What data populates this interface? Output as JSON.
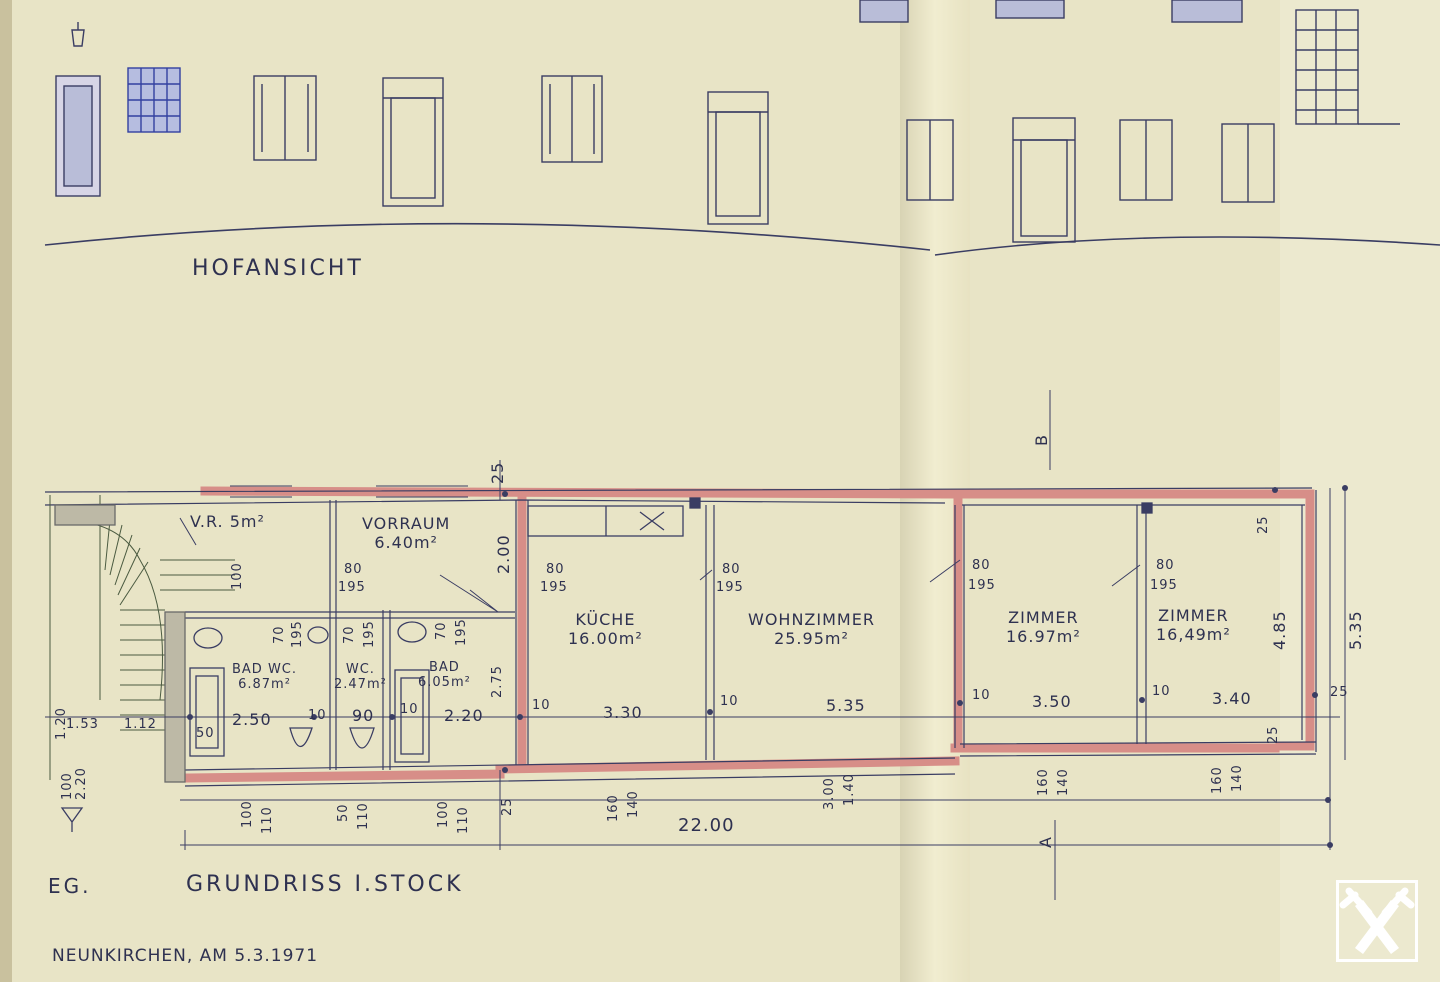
{
  "elevation": {
    "title": "HOFANSICHT"
  },
  "plan": {
    "title": "GRUNDRISS I.STOCK",
    "floor_label": "EG.",
    "section_a": "A",
    "section_b": "B",
    "total_length": "22.00",
    "rooms": [
      {
        "name": "V.R.",
        "area": "5m²"
      },
      {
        "name": "VORRAUM",
        "area": "6.40m²"
      },
      {
        "name": "KÜCHE",
        "area": "16.00m²"
      },
      {
        "name": "WOHNZIMMER",
        "area": "25.95m²"
      },
      {
        "name": "ZIMMER",
        "area": "16.97m²"
      },
      {
        "name": "ZIMMER",
        "area": "16,49m²"
      },
      {
        "name": "BAD WC.",
        "area": "6.87m²"
      },
      {
        "name": "WC.",
        "area": "2.47m²"
      },
      {
        "name": "BAD",
        "area": "6.05m²"
      }
    ],
    "dims": {
      "d_330": "3.30",
      "d_535": "5.35",
      "d_350": "3.50",
      "d_340": "3.40",
      "d_220": "2.20",
      "d_250": "2.50",
      "d_90": "90",
      "d_153": "1.53",
      "d_112": "1.12",
      "d_50": "50",
      "d_10a": "10",
      "d_10b": "10",
      "d_10c": "10",
      "d_10d": "10",
      "d_10e": "10",
      "d_10f": "10",
      "d_25right": "25",
      "d_25top": "25",
      "d_25top2": "25",
      "d_25low": "25",
      "d_25bot": "25",
      "d_485": "4.85",
      "d_535v": "5.35",
      "d_200": "2.00",
      "d_275": "2.75",
      "d_100": "100",
      "door_80_1": "80",
      "door_195_1": "195",
      "door_80_2": "80",
      "door_195_2": "195",
      "door_80_3": "80",
      "door_195_3": "195",
      "door_80_4": "80",
      "door_195_4": "195",
      "door_80_5": "80",
      "door_195_5": "195",
      "bad_70a": "70",
      "bad_195a": "195",
      "wc_70": "70",
      "wc_195": "195",
      "bad_70b": "70",
      "bad_195b": "195",
      "win_100a": "100",
      "win_110a": "110",
      "win_50": "50",
      "win_110b": "110",
      "win_100b": "100",
      "win_110c": "110",
      "win_25": "25",
      "win_160a": "160",
      "win_140a": "140",
      "win_300": "3.00",
      "win_140b": "1.40",
      "win_160b": "160",
      "win_140c": "140",
      "win_160c": "160",
      "win_140d": "140",
      "stair_120": "1.20",
      "stair_100": "100",
      "stair_220": "2.20"
    }
  },
  "footer": {
    "place_date": "NEUNKIRCHEN, AM 5.3.1971"
  },
  "colors": {
    "paper": "#e9e5c8",
    "wall": "#d9908c",
    "ink": "#2e3150"
  },
  "icons": {
    "logo": "raiffeisen-gable-cross-icon"
  }
}
